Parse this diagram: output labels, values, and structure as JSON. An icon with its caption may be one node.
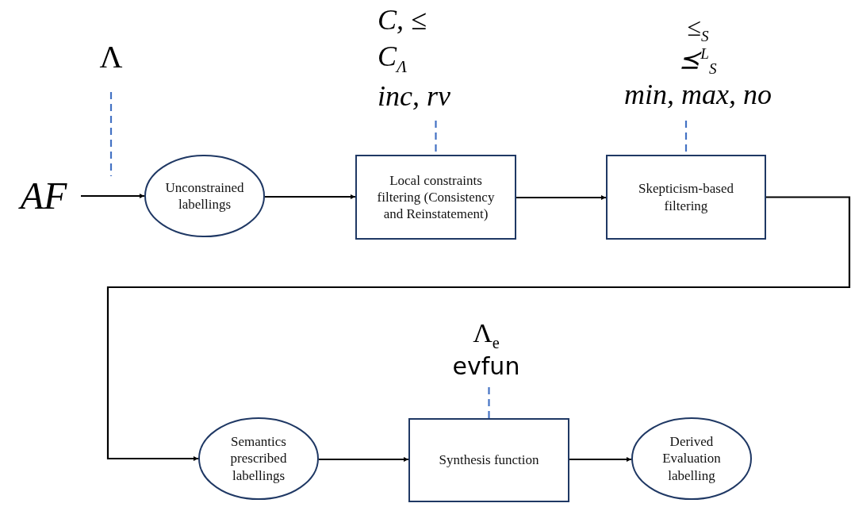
{
  "diagram": {
    "nodes": [
      {
        "text": [
          "AF"
        ]
      },
      {
        "text": [
          "Λ"
        ]
      },
      {
        "text": [
          "Unconstrained labellings"
        ]
      },
      {
        "text": [
          "C, ≤",
          "C$_{Λ}$",
          "inc, rv"
        ]
      },
      {
        "text": [
          "Local constraints filtering (Consistency and Reinstatement)"
        ]
      },
      {
        "text": [
          "≤$_{S}$",
          "⪯$^{L}$$_{S}$",
          "min, max, no"
        ]
      },
      {
        "text": [
          "Skepticism-based filtering"
        ]
      },
      {
        "text": [
          "Λ$_{e}$",
          "evfun"
        ]
      },
      {
        "text": [
          "Semantics prescribed labellings"
        ]
      },
      {
        "text": [
          "Synthesis function"
        ]
      },
      {
        "text": [
          "Derived Evaluation labelling"
        ]
      }
    ],
    "edges": [
      {
        "from": 0,
        "to": 2,
        "arrow": "to"
      },
      {
        "from": 1,
        "to": null,
        "arrow": "none",
        "style": "dashed",
        "color": "#4472c4"
      },
      {
        "from": 2,
        "to": 4,
        "arrow": "to"
      },
      {
        "from": 3,
        "to": 4,
        "arrow": "none",
        "style": "dashed",
        "color": "#4472c4"
      },
      {
        "from": 4,
        "to": 6,
        "arrow": "to"
      },
      {
        "from": 5,
        "to": 6,
        "arrow": "none",
        "style": "dashed",
        "color": "#4472c4"
      },
      {
        "from": 6,
        "to": 8,
        "arrow": "to"
      },
      {
        "from": 7,
        "to": 9,
        "arrow": "none",
        "style": "dashed",
        "color": "#4472c4"
      },
      {
        "from": 8,
        "to": 9,
        "arrow": "to"
      },
      {
        "from": 9,
        "to": 10,
        "arrow": "to"
      }
    ]
  }
}
